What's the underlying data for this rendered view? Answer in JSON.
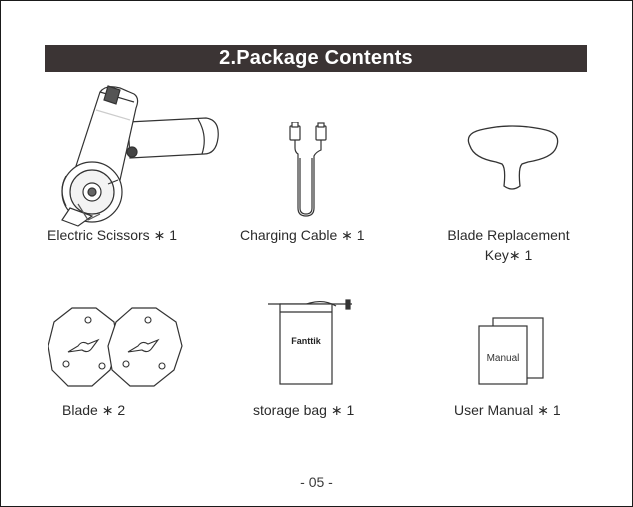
{
  "section": {
    "title": "2.Package Contents"
  },
  "items": [
    {
      "label": "Electric Scissors ∗ 1"
    },
    {
      "label": "Charging Cable ∗ 1"
    },
    {
      "label_line1": "Blade Replacement",
      "label_line2": "Key∗ 1"
    },
    {
      "label": "Blade ∗ 2"
    },
    {
      "label": "storage bag ∗ 1",
      "brand_text": "Fanttik"
    },
    {
      "label": "User Manual ∗ 1",
      "book_text": "Manual"
    }
  ],
  "page": {
    "number": "- 05 -"
  }
}
